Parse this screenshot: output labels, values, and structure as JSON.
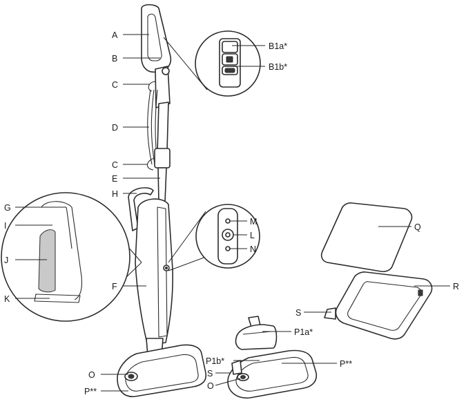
{
  "labels": {
    "A": "A",
    "B": "B",
    "C1": "C",
    "D": "D",
    "C2": "C",
    "E": "E",
    "H": "H",
    "G": "G",
    "I": "I",
    "J": "J",
    "K": "K",
    "F": "F",
    "O1": "O",
    "P1": "P**",
    "B1a": "B1a*",
    "B1b": "B1b*",
    "M": "M",
    "L": "L",
    "N": "N",
    "Q": "Q",
    "R": "R",
    "S1": "S",
    "P1a": "P1a*",
    "P1b": "P1b*",
    "S2": "S",
    "O2": "O",
    "P2": "P**"
  }
}
